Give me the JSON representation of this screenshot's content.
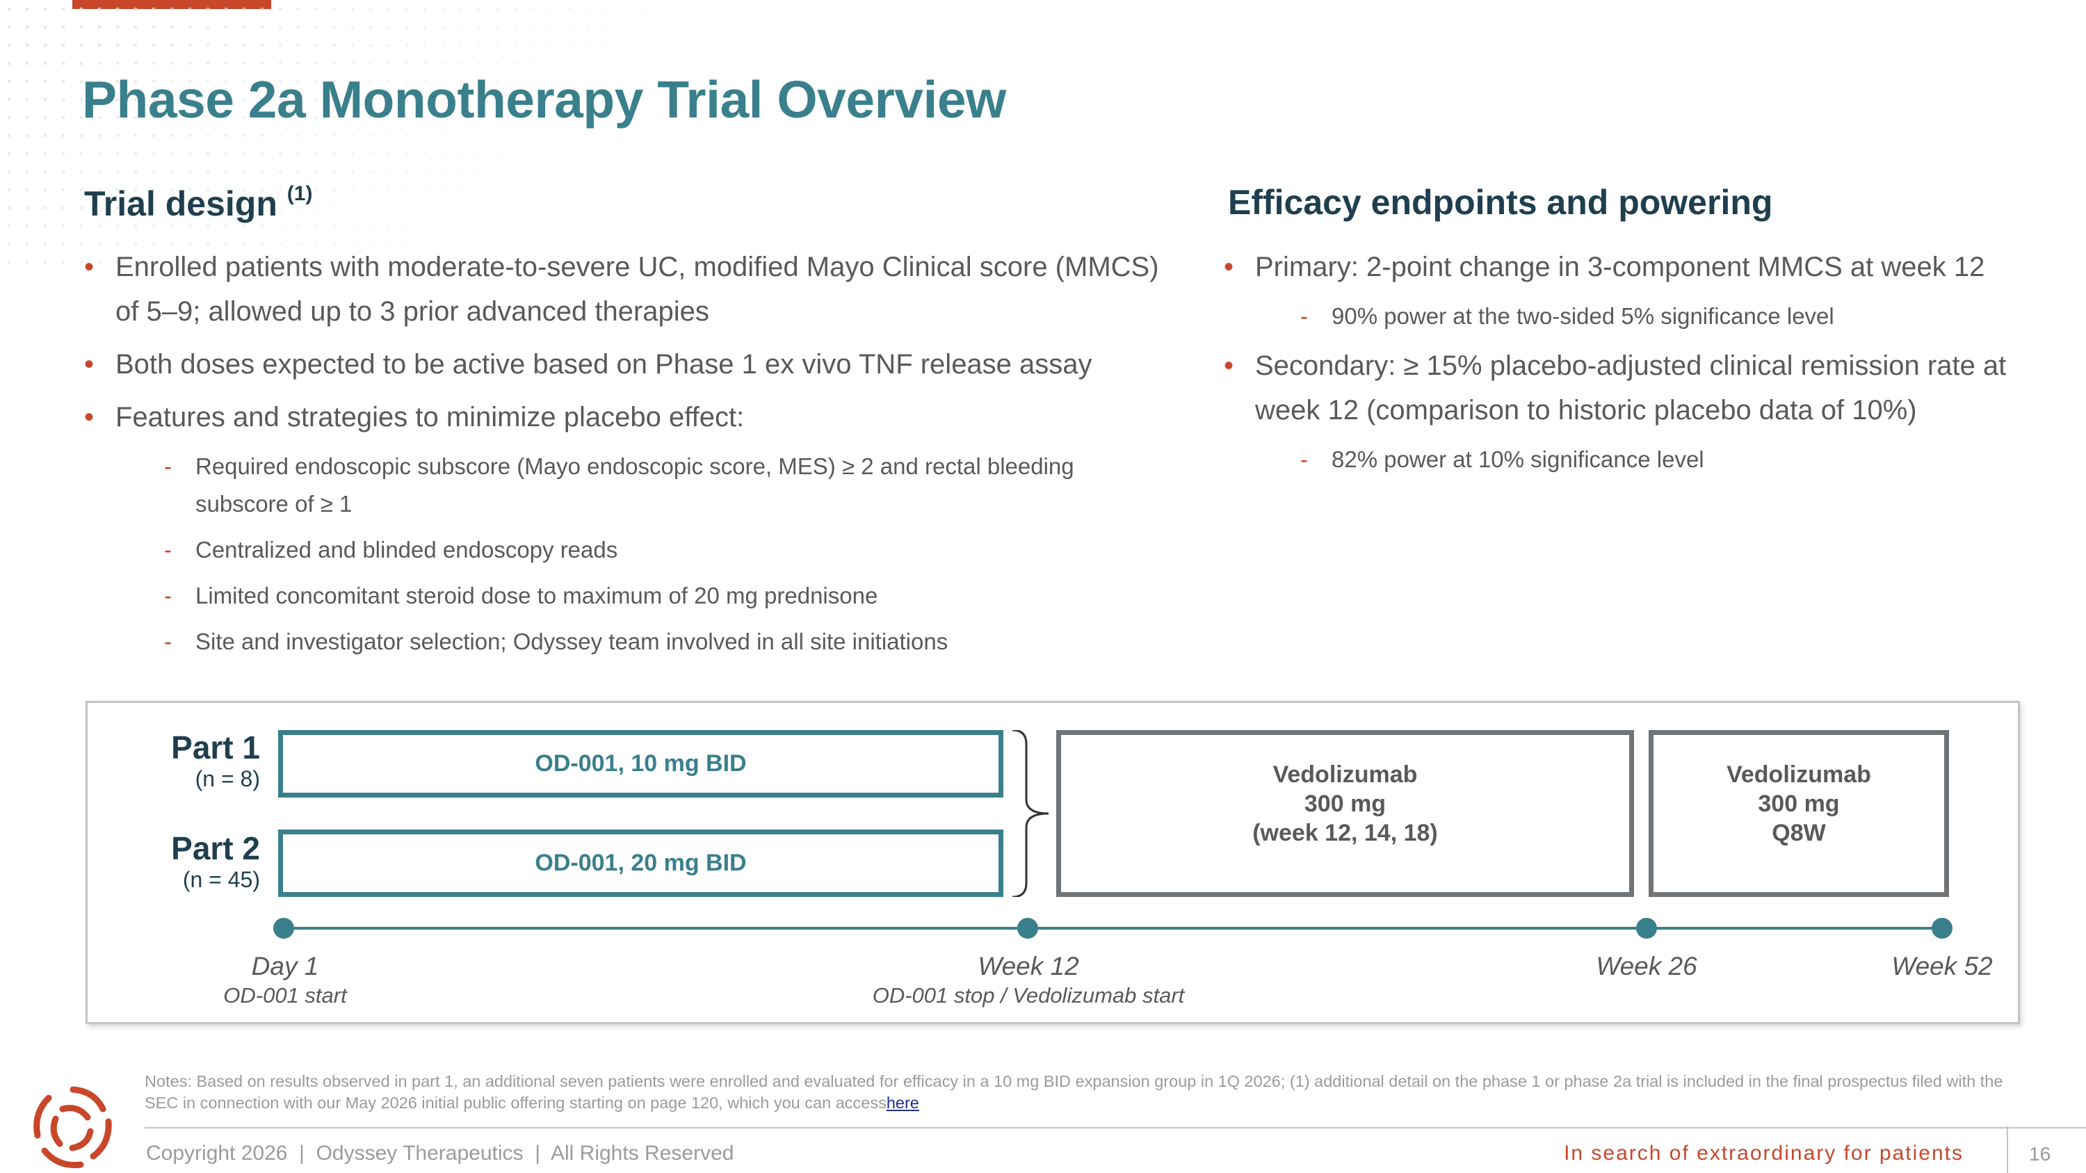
{
  "page_title": "Phase 2a Monotherapy Trial Overview",
  "trial_design": {
    "heading": "Trial design",
    "heading_note": "(1)",
    "bullets": [
      "Enrolled patients with moderate-to-severe UC, modified Mayo Clinical score (MMCS) of 5–9; allowed up to 3 prior advanced therapies",
      "Both doses expected to be active based on Phase 1 ex vivo TNF release assay",
      "Features and strategies to minimize placebo effect:"
    ],
    "sub_bullets": [
      "Required endoscopic subscore (Mayo endoscopic score, MES) ≥ 2 and rectal bleeding subscore of ≥ 1",
      "Centralized and blinded endoscopy reads",
      "Limited concomitant steroid dose to maximum of 20 mg prednisone",
      "Site and investigator selection; Odyssey team involved in all site initiations"
    ]
  },
  "efficacy": {
    "heading": "Efficacy endpoints and powering",
    "primary": "Primary: 2-point change in 3-component MMCS at week 12",
    "primary_sub": "90% power at the two-sided 5% significance level",
    "secondary": "Secondary: ≥ 15% placebo-adjusted clinical remission rate at week 12 (comparison to historic placebo data of 10%)",
    "secondary_sub": "82% power at 10% significance level"
  },
  "diagram": {
    "part1": {
      "name": "Part 1",
      "n": "(n = 8)",
      "dose": "OD-001, 10 mg BID"
    },
    "part2": {
      "name": "Part 2",
      "n": "(n = 45)",
      "dose": "OD-001, 20 mg BID"
    },
    "vedolizumab_1": "Vedolizumab\n300 mg\n(week 12, 14, 18)",
    "vedolizumab_2": "Vedolizumab\n300 mg\nQ8W",
    "timeline": [
      {
        "label": "Day 1",
        "sub": "OD-001 start"
      },
      {
        "label": "Week 12",
        "sub": "OD-001 stop / Vedolizumab start"
      },
      {
        "label": "Week 26",
        "sub": ""
      },
      {
        "label": "Week 52",
        "sub": ""
      }
    ]
  },
  "notes": {
    "text": "Notes: Based on results observed in part 1, an additional seven patients were enrolled and evaluated for efficacy in a 10 mg BID expansion group in 1Q 2026; (1) additional detail on the phase 1 or phase 2a trial is included in the final prospectus filed with the SEC in connection with our May 2026 initial public offering starting on page 120, which you can access",
    "link_text": "here"
  },
  "footer": {
    "copyright": "Copyright 2026  |  Odyssey Therapeutics  |  All Rights Reserved",
    "tagline": "In search of extraordinary for patients",
    "page_number": "16"
  },
  "colors": {
    "accent": "#c8472b",
    "teal": "#3a7f8c",
    "navy": "#1f3f4f",
    "gray_box": "#707477",
    "text": "#58595b"
  },
  "icons": {
    "logo": "odyssey-swirl-logo"
  }
}
